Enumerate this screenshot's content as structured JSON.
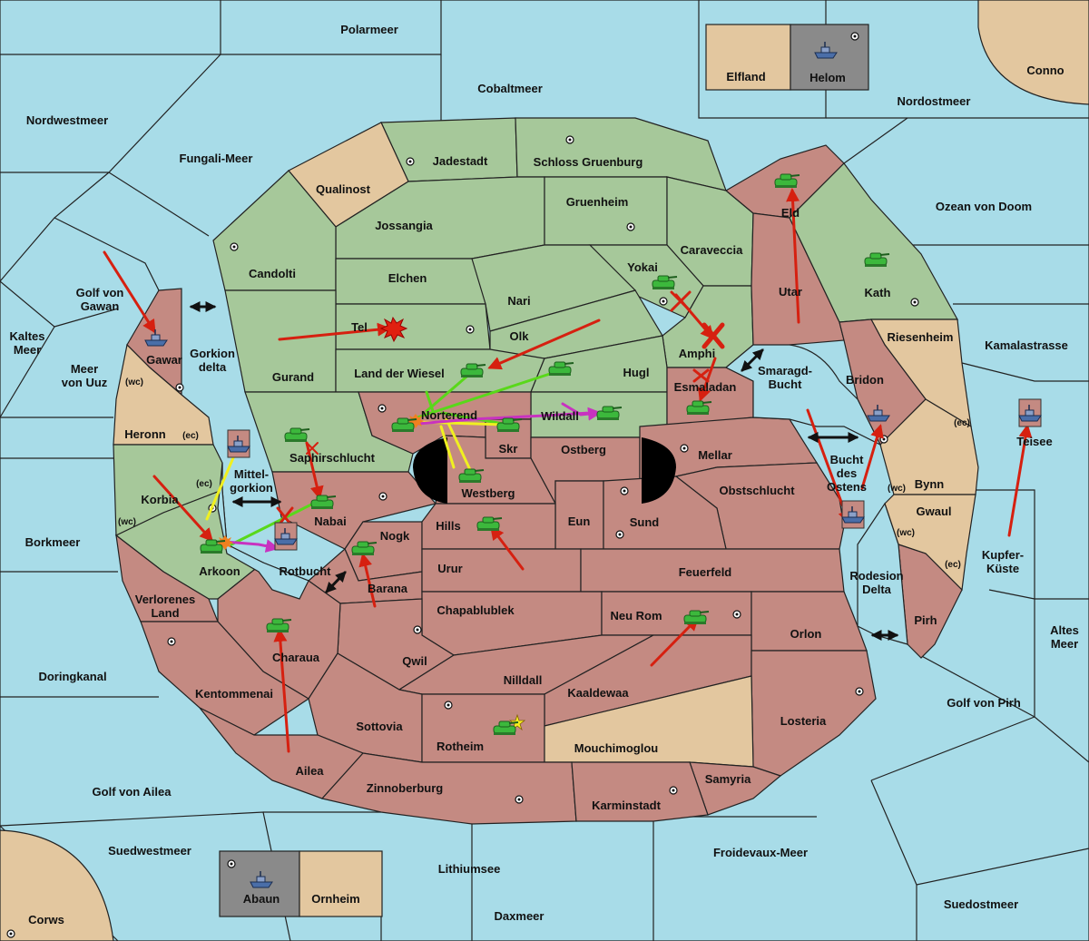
{
  "colors": {
    "sea": "#a8dce8",
    "green": "#a6c89a",
    "red": "#c48a82",
    "neutral": "#e3c79f",
    "grey": "#8a8a8a",
    "move_red": "#d62010",
    "support_green": "#59d81a",
    "support_yellow": "#f0f020",
    "support_magenta": "#c832c0",
    "army_green": "#3cb83c",
    "fleet_blue": "#4a6ea8"
  },
  "seas": {
    "polarmeer": "Polarmeer",
    "cobaltmeer": "Cobaltmeer",
    "nordwestmeer": "Nordwestmeer",
    "fungali": "Fungali-Meer",
    "nordostmeer": "Nordostmeer",
    "conno": "Conno",
    "ozean": "Ozean von Doom",
    "kamalastrasse": "Kamalastrasse",
    "golf_gawan": "Golf von\nGawan",
    "kaltes": "Kaltes\nMeer",
    "uuz": "Meer\nvon Uuz",
    "gorkion": "Gorkion\ndelta",
    "borkmeer": "Borkmeer",
    "doringkanal": "Doringkanal",
    "golf_ailea": "Golf von Ailea",
    "suedwestmeer": "Suedwestmeer",
    "corws": "Corws",
    "lithiumsee": "Lithiumsee",
    "daxmeer": "Daxmeer",
    "froidevaux": "Froidevaux-Meer",
    "suedostmeer": "Suedostmeer",
    "golf_pirh": "Golf von Pirh",
    "altes": "Altes\nMeer",
    "kupfer": "Kupfer-\nKüste",
    "teisee": "Teisee",
    "smaragd": "Smaragd-\nBucht",
    "bucht_ostens": "Bucht\ndes\nOstens",
    "mittelgorkion": "Mittel-\ngorkion",
    "rotbucht": "Rotbucht",
    "rodesion": "Rodesion\nDelta"
  },
  "provinces": {
    "jadestadt": "Jadestadt",
    "schloss": "Schloss Gruenburg",
    "qualinost": "Qualinost",
    "jossangia": "Jossangia",
    "gruenheim": "Gruenheim",
    "caraveccia": "Caraveccia",
    "candolti": "Candolti",
    "elchen": "Elchen",
    "yokai": "Yokai",
    "nari": "Nari",
    "tel": "Tel",
    "olk": "Olk",
    "amphi": "Amphi",
    "gurand": "Gurand",
    "land_wiesel": "Land der Wiesel",
    "hugl": "Hugl",
    "norterend": "Norterend",
    "wildall": "Wildall",
    "skr": "Skr",
    "ostberg": "Ostberg",
    "westberg": "Westberg",
    "saphir": "Saphirschlucht",
    "esmaladan": "Esmaladan",
    "eld": "Eld",
    "utar": "Utar",
    "kath": "Kath",
    "riesenheim": "Riesenheim",
    "bridon": "Bridon",
    "mellar": "Mellar",
    "obstschlucht": "Obstschlucht",
    "bynn": "Bynn",
    "gwaul": "Gwaul",
    "pirh": "Pirh",
    "gawar": "Gawar",
    "heronn": "Heronn",
    "korbia": "Korbia",
    "arkoon": "Arkoon",
    "nabai": "Nabai",
    "nogk": "Nogk",
    "hills": "Hills",
    "eun": "Eun",
    "sund": "Sund",
    "barana": "Barana",
    "urur": "Urur",
    "feuerfeld": "Feuerfeld",
    "verlorenes": "Verlorenes\nLand",
    "chapablublek": "Chapablublek",
    "neu_rom": "Neu Rom",
    "orlon": "Orlon",
    "qwil": "Qwil",
    "charaua": "Charaua",
    "nilldall": "Nilldall",
    "kaaldewaa": "Kaaldewaa",
    "kentommenai": "Kentommenai",
    "sottovia": "Sottovia",
    "rotheim": "Rotheim",
    "mouchimoglou": "Mouchimoglou",
    "losteria": "Losteria",
    "samyria": "Samyria",
    "ailea": "Ailea",
    "zinnoberburg": "Zinnoberburg",
    "karminstadt": "Karminstadt",
    "elfland": "Elfland",
    "helom": "Helom",
    "abaun": "Abaun",
    "ornheim": "Ornheim"
  },
  "coast_tags": {
    "wc": "(wc)",
    "ec": "(ec)"
  }
}
